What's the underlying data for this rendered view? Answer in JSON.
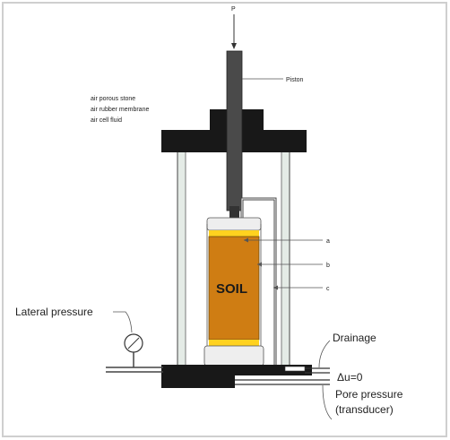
{
  "colors": {
    "frame": "#d0d0d0",
    "cell_wall": "#e4ebe6",
    "cap": "#181818",
    "piston": "#4a4a4a",
    "soil": "#cf7d13",
    "porous_stone": "#ffd21f",
    "membrane": "#eeeeee",
    "line": "#444444"
  },
  "labels": {
    "top_symbol": "P",
    "piston": "Piston",
    "legend_line1": "air porous stone",
    "legend_line2": "air rubber membrane",
    "legend_line3": "air cell fluid",
    "ref_a": "a",
    "ref_b": "b",
    "ref_c": "c",
    "soil": "SOIL",
    "lateral_pressure": "Lateral pressure",
    "drainage": "Drainage",
    "delta_u": "Δu=0",
    "pore_pressure_line1": "Pore pressure",
    "pore_pressure_line2": "(transducer)"
  }
}
